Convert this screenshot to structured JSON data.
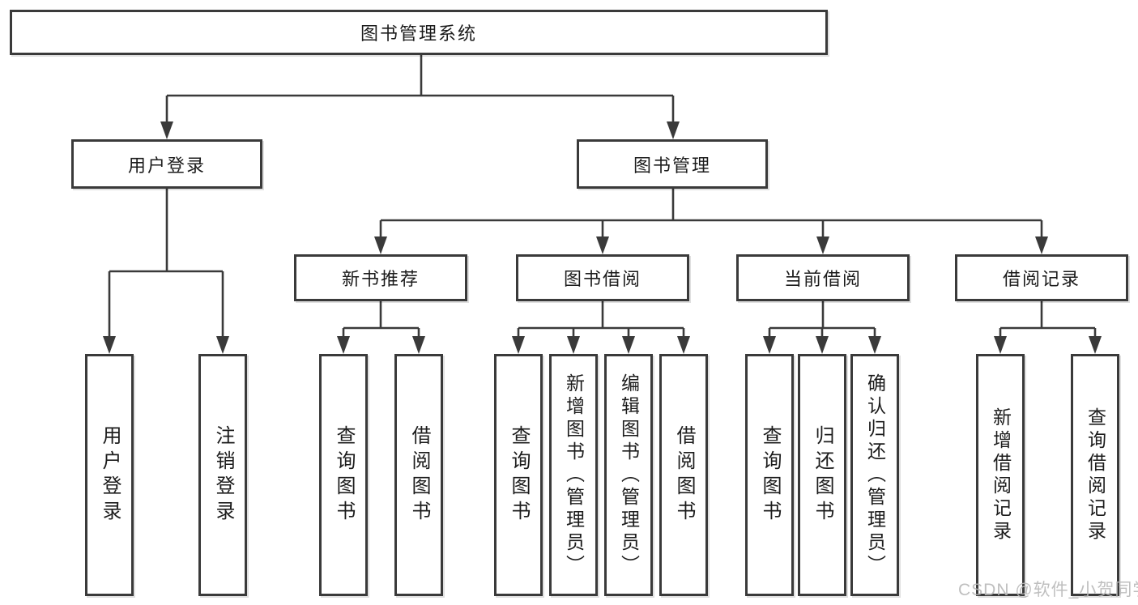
{
  "colors": {
    "background": "#ffffff",
    "line": "#3a3a3a",
    "box_border": "#3a3a3a",
    "text": "#1c1c1c",
    "watermark": "#b9b9b9"
  },
  "watermark": {
    "text": "CSDN @软件_小贺同学"
  },
  "tree": {
    "label": "图书管理系统",
    "children": [
      {
        "label": "用户登录",
        "children": [
          {
            "label": "用户登录"
          },
          {
            "label": "注销登录"
          }
        ]
      },
      {
        "label": "图书管理",
        "children": [
          {
            "label": "新书推荐",
            "children": [
              {
                "label": "查询图书"
              },
              {
                "label": "借阅图书"
              }
            ]
          },
          {
            "label": "图书借阅",
            "children": [
              {
                "label": "查询图书"
              },
              {
                "label": "新增图书（管理员）"
              },
              {
                "label": "编辑图书（管理员）"
              },
              {
                "label": "借阅图书"
              }
            ]
          },
          {
            "label": "当前借阅",
            "children": [
              {
                "label": "查询图书"
              },
              {
                "label": "归还图书"
              },
              {
                "label": "确认归还（管理员）"
              }
            ]
          },
          {
            "label": "借阅记录",
            "children": [
              {
                "label": "新增借阅记录"
              },
              {
                "label": "查询借阅记录"
              }
            ]
          }
        ]
      }
    ]
  }
}
